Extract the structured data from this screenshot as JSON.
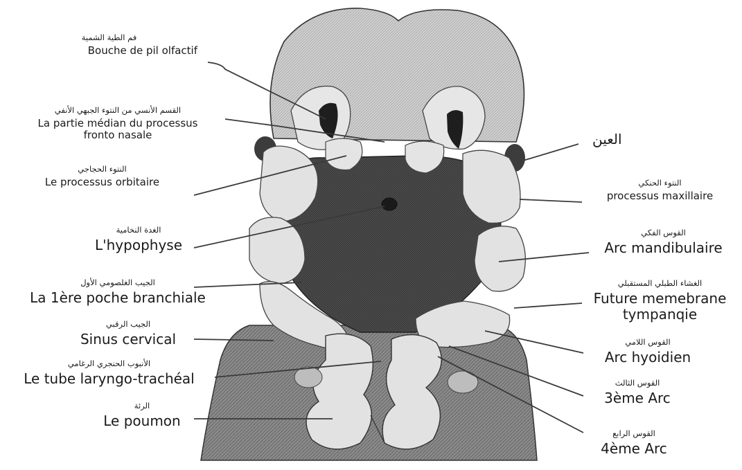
{
  "labels": {
    "bouche_pit": {
      "ar": "فم الطية الشمية",
      "fr": "Bouche de pil olfactif"
    },
    "partie_mediane": {
      "ar": "القسم الأنسي من النتوء الجبهي الأنفي",
      "fr1": "La partie médian du processus",
      "fr2": "fronto nasale"
    },
    "orbitaire": {
      "ar": "النتوء الحجاجي",
      "fr": "Le processus orbitaire"
    },
    "hypophyse": {
      "ar": "الغدة النخامية",
      "fr": "L'hypophyse"
    },
    "poche1": {
      "ar": "الجيب الغلصومي الأول",
      "fr": "La 1ère poche branchiale"
    },
    "sinus": {
      "ar": "الجيب الرقبي",
      "fr": "Sinus cervical"
    },
    "tube": {
      "ar": "الأنبوب الحنجري الرغامي",
      "fr": "Le tube laryngo-trachéal"
    },
    "poumon": {
      "ar": "الرئة",
      "fr": "Le poumon"
    },
    "oeil": {
      "ar": "العين"
    },
    "maxillaire": {
      "ar": "النتوء الحنكي",
      "fr": "processus maxillaire"
    },
    "mandibulaire": {
      "ar": "القوس الفكي",
      "fr": "Arc mandibulaire"
    },
    "tympan": {
      "ar": "الغشاء الطبلي المستقبلي",
      "fr1": "Future memebrane",
      "fr2": "tympanqie"
    },
    "hyoidien": {
      "ar": "القوس اللامي",
      "fr": "Arc hyoidien"
    },
    "arc3": {
      "ar": "القوس الثالث",
      "fr": "3ème Arc"
    },
    "arc4": {
      "ar": "القوس الرابع",
      "fr": "4ème Arc"
    }
  },
  "colors": {
    "line": "#3a3a3a",
    "tissue_light": "#d9d9d9",
    "tissue_mid": "#a9a9a9",
    "tissue_dark": "#4a4a4a",
    "arch_fill": "#e2e2e2"
  }
}
